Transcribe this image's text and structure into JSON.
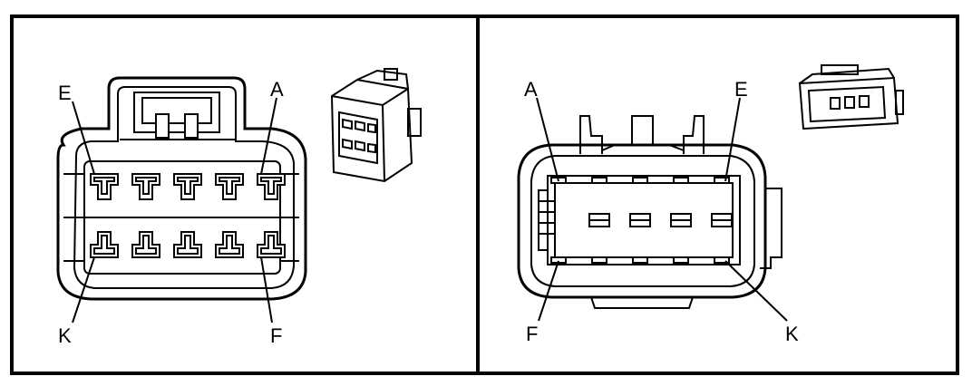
{
  "diagram": {
    "left_view": {
      "labels": {
        "top_left": "E",
        "top_right": "A",
        "bottom_left": "K",
        "bottom_right": "F"
      },
      "terminal_rows": 2,
      "terminals_per_row": 5
    },
    "right_view": {
      "labels": {
        "top_left": "A",
        "top_right": "E",
        "bottom_left": "F",
        "bottom_right": "K"
      },
      "terminal_rows": 2,
      "terminals_per_row": 5
    }
  }
}
